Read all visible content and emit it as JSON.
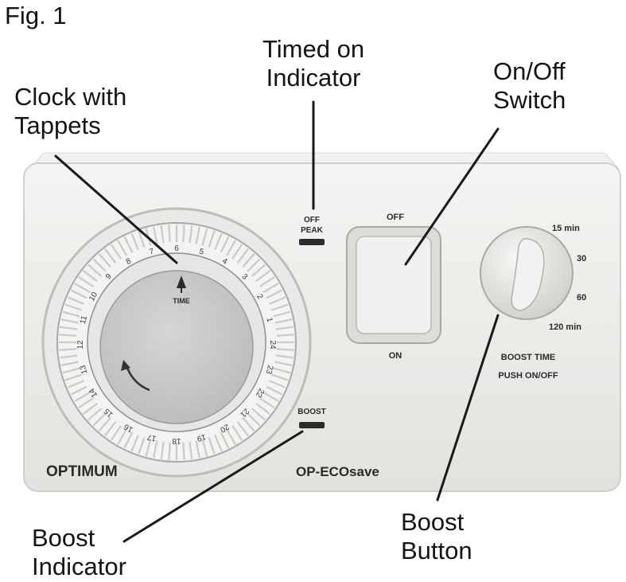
{
  "figure_label": "Fig. 1",
  "callouts": {
    "clock": [
      "Clock with",
      "Tappets"
    ],
    "timed_on": [
      "Timed on",
      "Indicator"
    ],
    "on_off": [
      "On/Off",
      "Switch"
    ],
    "boost_indicator": [
      "Boost",
      "Indicator"
    ],
    "boost_button": [
      "Boost",
      "Button"
    ]
  },
  "device": {
    "brand": "OPTIMUM",
    "model": "OP-ECOsave",
    "off_peak_label": [
      "OFF",
      "PEAK"
    ],
    "boost_label": "BOOST",
    "time_label": "TIME",
    "switch_off_label": "OFF",
    "switch_on_label": "ON",
    "boost_positions": [
      "15  min",
      "30",
      "60",
      "120 min"
    ],
    "boost_caption": [
      "BOOST TIME",
      "PUSH  ON/OFF"
    ],
    "clock_hours": [
      "24",
      "1",
      "2",
      "3",
      "4",
      "5",
      "6",
      "7",
      "8",
      "9",
      "10",
      "11",
      "12",
      "13",
      "14",
      "15",
      "16",
      "17",
      "18",
      "19",
      "20",
      "21",
      "22",
      "23"
    ]
  },
  "colors": {
    "housing": "#ececea",
    "housing_edge": "#d4d4d0",
    "indicator": "#2b2b2b",
    "leader_line": "#1a1a1a"
  }
}
